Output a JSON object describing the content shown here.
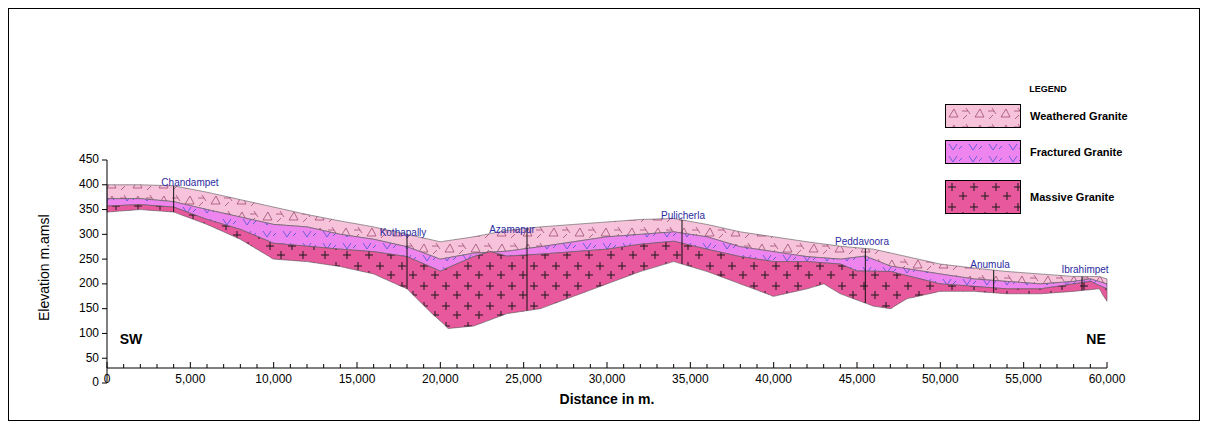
{
  "diagram": {
    "labels": [
      "LEGEND",
      "Chandampet",
      "Kothapally",
      "Azamapur",
      "Pulicherla",
      "Peddavoora",
      "Anumula",
      "Ibrahimpet",
      "Elevation m.amsl",
      "0",
      "50",
      "100",
      "150",
      "200",
      "250",
      "300",
      "350",
      "400",
      "450",
      "SW",
      "NE",
      "0",
      "5,000",
      "10,000",
      "15,000",
      "20,000",
      "25,000",
      "30,000",
      "35,000",
      "40,000",
      "45,000",
      "50,000",
      "55,000",
      "60,000",
      "Distance in m."
    ],
    "legend": [
      {
        "text": "Weathered Granite",
        "color": "#f6c3da"
      },
      {
        "text": "Fractured Granite",
        "color": "#ee84ee"
      },
      {
        "text": "Massive Granite",
        "color": "#e8589c"
      }
    ]
  }
}
